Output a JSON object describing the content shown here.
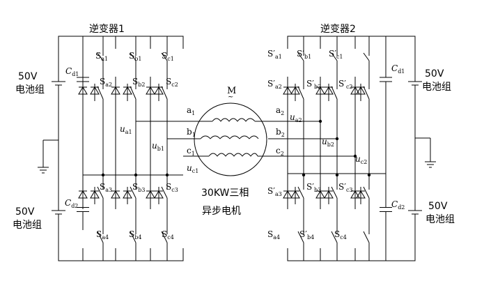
{
  "inverter1": {
    "title": "逆变器1"
  },
  "inverter2": {
    "title": "逆变器2"
  },
  "batteries": {
    "top_left": {
      "voltage": "50V",
      "label": "电池组"
    },
    "bottom_left": {
      "voltage": "50V",
      "label": "电池组"
    },
    "top_right": {
      "voltage": "50V",
      "label": "电池组"
    },
    "bottom_right": {
      "voltage": "50V",
      "label": "电池组"
    }
  },
  "capacitors": {
    "left_top": {
      "main": "C",
      "sub": "d1"
    },
    "left_bottom": {
      "main": "C",
      "sub": "d2"
    },
    "right_top": {
      "main": "C",
      "sub": "d1"
    },
    "right_bottom": {
      "main": "C",
      "sub": "d2"
    }
  },
  "switches": {
    "left": [
      {
        "main": "S",
        "sub": "a1"
      },
      {
        "main": "S",
        "sub": "b1"
      },
      {
        "main": "S",
        "sub": "c1"
      },
      {
        "main": "S",
        "sub": "a2"
      },
      {
        "main": "S",
        "sub": "b2"
      },
      {
        "main": "S",
        "sub": "c2"
      },
      {
        "main": "S",
        "sub": "a3"
      },
      {
        "main": "S",
        "sub": "b3"
      },
      {
        "main": "S",
        "sub": "c3"
      },
      {
        "main": "S",
        "sub": "a4"
      },
      {
        "main": "S",
        "sub": "b4"
      },
      {
        "main": "S",
        "sub": "c4"
      }
    ],
    "right": [
      {
        "main": "S′",
        "sub": "a1"
      },
      {
        "main": "S′",
        "sub": "b1"
      },
      {
        "main": "S′",
        "sub": "c1"
      },
      {
        "main": "S′",
        "sub": "a2"
      },
      {
        "main": "S′",
        "sub": "b2"
      },
      {
        "main": "S′",
        "sub": "c2"
      },
      {
        "main": "S′",
        "sub": "a3"
      },
      {
        "main": "S′",
        "sub": "b3"
      },
      {
        "main": "S′",
        "sub": "c3"
      },
      {
        "main": "S",
        "sub": "a4"
      },
      {
        "main": "S′",
        "sub": "b4"
      },
      {
        "main": "S",
        "sub": "c4"
      }
    ]
  },
  "phase_terminals": {
    "left": [
      {
        "main": "a",
        "sub": "1"
      },
      {
        "main": "b",
        "sub": "1"
      },
      {
        "main": "c",
        "sub": "1"
      }
    ],
    "right": [
      {
        "main": "a",
        "sub": "2"
      },
      {
        "main": "b",
        "sub": "2"
      },
      {
        "main": "c",
        "sub": "2"
      }
    ]
  },
  "phase_voltages": {
    "left": [
      {
        "main": "u",
        "sub": "a1"
      },
      {
        "main": "u",
        "sub": "b1"
      },
      {
        "main": "u",
        "sub": "c1"
      }
    ],
    "right": [
      {
        "main": "u",
        "sub": "a2"
      },
      {
        "main": "u",
        "sub": "b2"
      },
      {
        "main": "u",
        "sub": "c2"
      }
    ]
  },
  "motor": {
    "symbol": "M",
    "tilde": "~",
    "label_line1": "30KW三相",
    "label_line2": "异步电机"
  }
}
